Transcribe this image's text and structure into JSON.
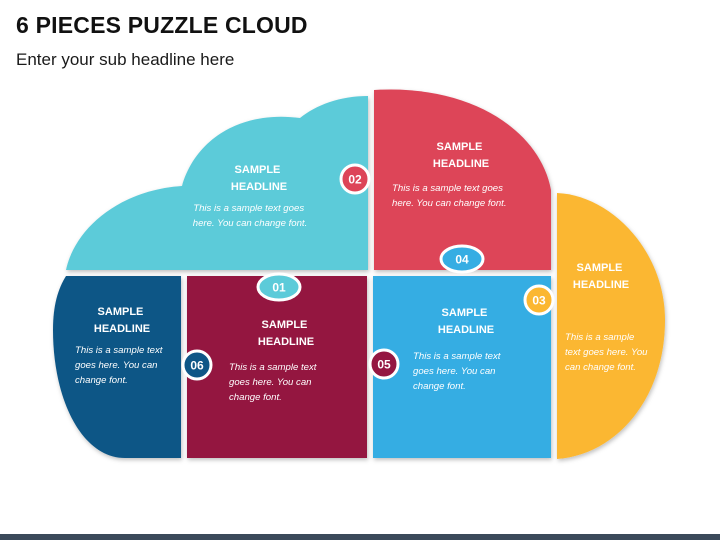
{
  "title": "6 PIECES PUZZLE CLOUD",
  "subtitle": "Enter your sub headline here",
  "colors": {
    "piece01": "#5ccbd9",
    "piece02": "#dd4558",
    "piece03": "#fbb731",
    "piece04": "#36ade3",
    "piece05": "#941641",
    "piece06": "#0e5686"
  },
  "pieces": [
    {
      "number": "01",
      "headline": [
        "SAMPLE",
        "HEADLINE"
      ],
      "text": [
        "This is a sample text goes",
        "here. You can change font."
      ]
    },
    {
      "number": "02",
      "headline": [
        "SAMPLE",
        "HEADLINE"
      ],
      "text": [
        "This is a sample text goes",
        "here. You can change font."
      ]
    },
    {
      "number": "03",
      "headline": [
        "SAMPLE",
        "HEADLINE"
      ],
      "text": [
        "This is a sample",
        "text goes here. You",
        "can change font."
      ]
    },
    {
      "number": "04",
      "headline": [
        "SAMPLE",
        "HEADLINE"
      ],
      "text": [
        "This is a sample text",
        "goes here. You can",
        "change font."
      ]
    },
    {
      "number": "05",
      "headline": [
        "SAMPLE",
        "HEADLINE"
      ],
      "text": [
        "This is a sample text",
        "goes here. You can",
        "change font."
      ]
    },
    {
      "number": "06",
      "headline": [
        "SAMPLE",
        "HEADLINE"
      ],
      "text": [
        "This is a sample text",
        "goes here. You can",
        "change font."
      ]
    }
  ]
}
